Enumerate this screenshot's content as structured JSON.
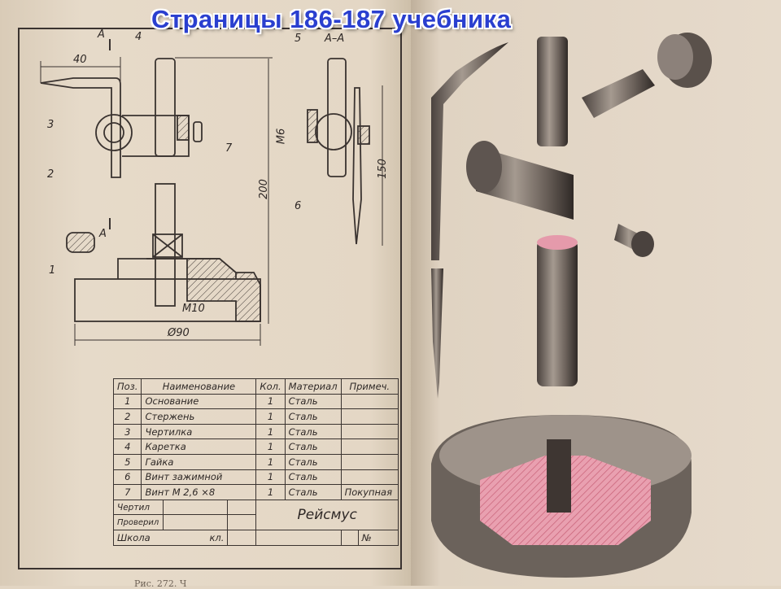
{
  "title": "Страницы 186-187 учебника",
  "drawing": {
    "section_mark": "А",
    "section_title": "А–А",
    "positions": [
      "1",
      "2",
      "3",
      "4",
      "5",
      "6",
      "7"
    ],
    "dimensions": {
      "d40": "40",
      "d200": "200",
      "d150": "150",
      "m6": "М6",
      "m10": "М10",
      "d90": "Ø90"
    }
  },
  "spec_table": {
    "headers": [
      "Поз.",
      "Наименование",
      "Кол.",
      "Материал",
      "Примеч."
    ],
    "rows": [
      {
        "pos": "1",
        "name": "Основание",
        "qty": "1",
        "material": "Сталь",
        "note": ""
      },
      {
        "pos": "2",
        "name": "Стержень",
        "qty": "1",
        "material": "Сталь",
        "note": ""
      },
      {
        "pos": "3",
        "name": "Чертилка",
        "qty": "1",
        "material": "Сталь",
        "note": ""
      },
      {
        "pos": "4",
        "name": "Каретка",
        "qty": "1",
        "material": "Сталь",
        "note": ""
      },
      {
        "pos": "5",
        "name": "Гайка",
        "qty": "1",
        "material": "Сталь",
        "note": ""
      },
      {
        "pos": "6",
        "name": "Винт зажимной",
        "qty": "1",
        "material": "Сталь",
        "note": ""
      },
      {
        "pos": "7",
        "name": "Винт М 2,6 ×8",
        "qty": "1",
        "material": "Сталь",
        "note": "Покупная"
      }
    ],
    "stamp": {
      "drew": "Чертил",
      "checked": "Проверил",
      "school": "Школа",
      "grade": "кл.",
      "name": "Рейсмус",
      "number": "№"
    }
  },
  "caption": "Рис. 272. Ч"
}
